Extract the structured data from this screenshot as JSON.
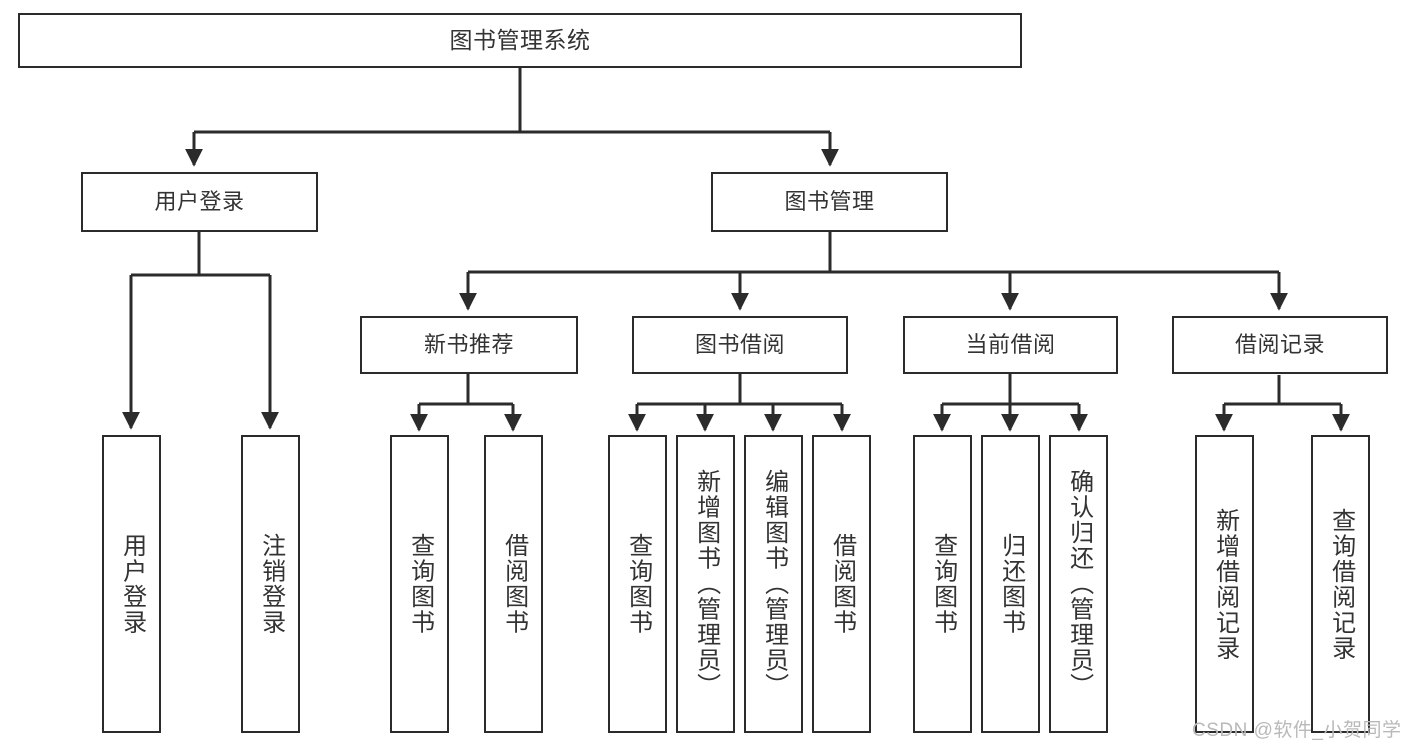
{
  "diagram": {
    "type": "tree-hierarchy-chart",
    "title": "图书管理系统",
    "line_color": "#2b2b2b",
    "text_color": "#333333",
    "background": "#ffffff",
    "root": {
      "label": "图书管理系统",
      "level": 0
    },
    "level1": [
      {
        "label": "用户登录"
      },
      {
        "label": "图书管理"
      }
    ],
    "level2": [
      {
        "label": "新书推荐"
      },
      {
        "label": "图书借阅"
      },
      {
        "label": "当前借阅"
      },
      {
        "label": "借阅记录"
      }
    ],
    "leaves": {
      "user_login": [
        {
          "label": "用户登录"
        },
        {
          "label": "注销登录"
        }
      ],
      "new_book_recommend": [
        {
          "label": "查询图书"
        },
        {
          "label": "借阅图书"
        }
      ],
      "book_borrow": [
        {
          "label": "查询图书"
        },
        {
          "label": "新增图书（管理员）"
        },
        {
          "label": "编辑图书（管理员）"
        },
        {
          "label": "借阅图书"
        }
      ],
      "current_borrow": [
        {
          "label": "查询图书"
        },
        {
          "label": "归还图书"
        },
        {
          "label": "确认归还（管理员）"
        }
      ],
      "borrow_record": [
        {
          "label": "新增借阅记录"
        },
        {
          "label": "查询借阅记录"
        }
      ]
    }
  },
  "watermark": {
    "text": "CSDN @软件_小贺同学"
  }
}
